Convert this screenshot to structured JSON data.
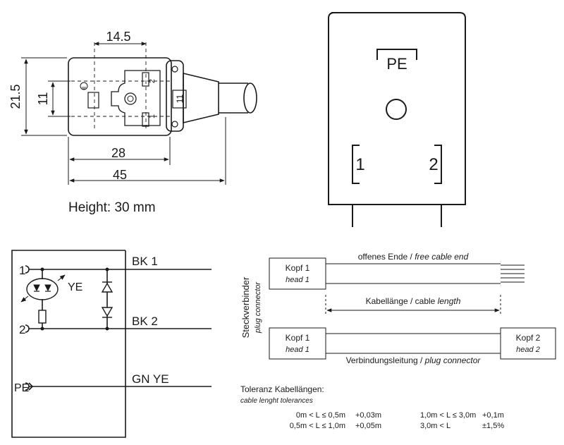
{
  "dimensions": {
    "width_top": "14.5",
    "height_left": "21.5",
    "inner_height": "11",
    "width_28": "28",
    "width_45": "45",
    "height_note": "Height: 30 mm",
    "side_label": "11"
  },
  "connector_face": {
    "pe_label": "PE",
    "pin1": "1",
    "pin2": "2"
  },
  "circuit": {
    "pin1": "1",
    "pin2": "2",
    "pe": "PE",
    "led_label": "YE",
    "wire1": "BK 1",
    "wire2": "BK 2",
    "wire_pe": "GN YE"
  },
  "cable_diagram": {
    "vertical_de": "Steckverbinder",
    "vertical_en": "plug connector",
    "head1_de": "Kopf 1",
    "head1_en": "head 1",
    "head2_de": "Kopf 2",
    "head2_en": "head 2",
    "open_end_de": "offenes Ende / ",
    "open_end_en": "free cable end",
    "length_de": "Kabellänge / cable ",
    "length_en": "length",
    "connection_de": "Verbindungsleitung / ",
    "connection_en": "plug connector"
  },
  "tolerances": {
    "title_de": "Toleranz Kabellängen:",
    "title_en": "cable lenght tolerances",
    "rows": [
      {
        "range": "0m < L ≤ 0,5m",
        "value": "+0,03m"
      },
      {
        "range": "0,5m < L ≤ 1,0m",
        "value": "+0,05m"
      },
      {
        "range": "1,0m < L ≤ 3,0m",
        "value": "+0,1m"
      },
      {
        "range": "3,0m < L",
        "value": "±1,5%"
      }
    ]
  }
}
